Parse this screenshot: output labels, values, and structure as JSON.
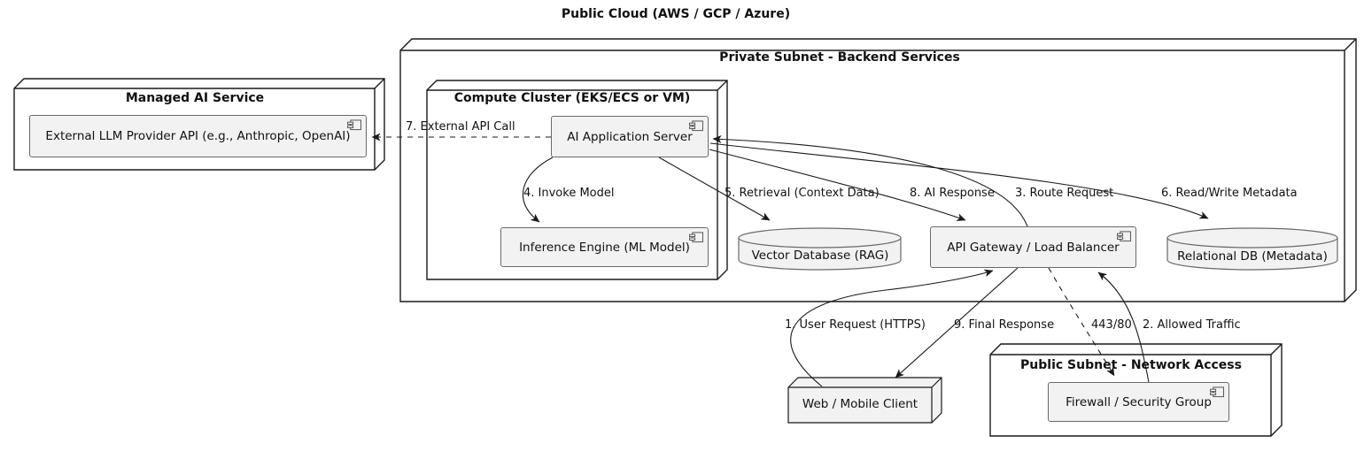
{
  "diagram_title": "Public Cloud (AWS / GCP / Azure)",
  "containers": {
    "managed_ai": {
      "label": "Managed AI Service"
    },
    "private_subnet": {
      "label": "Private Subnet - Backend Services"
    },
    "compute_cluster": {
      "label": "Compute Cluster (EKS/ECS or VM)"
    },
    "public_subnet": {
      "label": "Public Subnet - Network Access"
    }
  },
  "components": {
    "llm_api": {
      "label": "External LLM Provider API (e.g., Anthropic, OpenAI)"
    },
    "app_server": {
      "label": "AI Application Server"
    },
    "inference_engine": {
      "label": "Inference Engine (ML Model)"
    },
    "api_gateway": {
      "label": "API Gateway / Load Balancer"
    },
    "firewall": {
      "label": "Firewall / Security Group"
    }
  },
  "databases": {
    "vector_db": {
      "label": "Vector Database (RAG)"
    },
    "relational_db": {
      "label": "Relational DB (Metadata)"
    }
  },
  "nodes": {
    "client": {
      "label": "Web / Mobile Client"
    }
  },
  "edges": [
    {
      "id": "e1",
      "label": "1. User Request (HTTPS)",
      "from": "client",
      "to": "api_gateway",
      "style": "solid"
    },
    {
      "id": "e2",
      "label": "2. Allowed Traffic",
      "from": "firewall",
      "to": "api_gateway",
      "style": "solid"
    },
    {
      "id": "e3",
      "label": "3. Route Request",
      "from": "api_gateway",
      "to": "app_server",
      "style": "solid"
    },
    {
      "id": "e4",
      "label": "4. Invoke Model",
      "from": "app_server",
      "to": "inference_engine",
      "style": "solid"
    },
    {
      "id": "e5",
      "label": "5. Retrieval (Context Data)",
      "from": "app_server",
      "to": "vector_db",
      "style": "solid"
    },
    {
      "id": "e6",
      "label": "6. Read/Write Metadata",
      "from": "app_server",
      "to": "relational_db",
      "style": "solid"
    },
    {
      "id": "e7",
      "label": "7. External API Call",
      "from": "app_server",
      "to": "llm_api",
      "style": "dashed"
    },
    {
      "id": "e8",
      "label": "8. AI Response",
      "from": "app_server",
      "to": "api_gateway",
      "style": "solid"
    },
    {
      "id": "e9",
      "label": "9. Final Response",
      "from": "api_gateway",
      "to": "client",
      "style": "solid"
    },
    {
      "id": "e443",
      "label": "443/80",
      "from": "api_gateway",
      "to": "firewall",
      "style": "dashed"
    }
  ],
  "colors": {
    "background": "#ffffff",
    "node_border": "#1a1a1a",
    "node_fill": "#ffffff",
    "leaf_node_fill": "#f2f2f2",
    "component_fill": "#f2f2f2",
    "component_border": "#696969",
    "arrow": "#1a1a1a",
    "text": "#111111"
  }
}
